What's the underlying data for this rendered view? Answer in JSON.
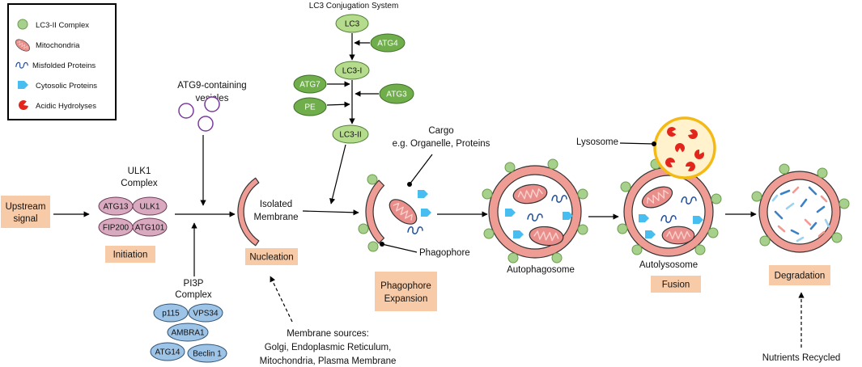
{
  "legend": {
    "items": [
      {
        "label": "LC3-II Complex",
        "icon": "green-circle"
      },
      {
        "label": "Mitochondria",
        "icon": "mitochondrion"
      },
      {
        "label": "Misfolded Proteins",
        "icon": "blue-squiggle"
      },
      {
        "label": "Cytosolic Proteins",
        "icon": "blue-pentagon"
      },
      {
        "label": "Acidic Hydrolyses",
        "icon": "red-pacman"
      }
    ]
  },
  "lc3_conjugation": {
    "title": "LC3 Conjugation System",
    "lc3": "LC3",
    "atg4": "ATG4",
    "lc3_i": "LC3-I",
    "atg7": "ATG7",
    "pe": "PE",
    "atg3": "ATG3",
    "lc3_ii": "LC3-II"
  },
  "atg9_vesicles": {
    "line1": "ATG9-containing",
    "line2": "vesicles"
  },
  "upstream_signal": {
    "line1": "Upstream",
    "line2": "signal"
  },
  "ulk1_complex": {
    "title": [
      "ULK1",
      "Complex"
    ],
    "members": [
      "ATG13",
      "ULK1",
      "FIP200",
      "ATG101"
    ],
    "stage": "Initiation"
  },
  "pi3p_complex": {
    "title": [
      "PI3P",
      "Complex"
    ],
    "members": [
      "p115",
      "VPS34",
      "AMBRA1",
      "ATG14",
      "Beclin 1"
    ]
  },
  "isolated_membrane": {
    "label": [
      "Isolated",
      "Membrane"
    ],
    "stage": "Nucleation"
  },
  "membrane_sources": [
    "Membrane sources:",
    "Golgi, Endoplasmic Reticulum,",
    "Mitochondria, Plasma Membrane"
  ],
  "phagophore": {
    "cargo": [
      "Cargo",
      "e.g. Organelle, Proteins"
    ],
    "label": "Phagophore",
    "stage": [
      "Phagophore",
      "Expansion"
    ]
  },
  "autophagosome": {
    "label": "Autophagosome"
  },
  "lysosome": {
    "label": "Lysosome"
  },
  "autolysosome": {
    "label": "Autolysosome",
    "stage": "Fusion"
  },
  "degradation": {
    "stage": "Degradation",
    "output": "Nutrients Recycled"
  },
  "colors": {
    "stage_box": "#f8cba8",
    "lc3_light": "#b5db8c",
    "lc3_dark": "#6fae4b",
    "lc3_ii_complex": "#a8d08d",
    "ulk1_complex": "#d9a9c0",
    "pi3p_complex": "#9dc3e6",
    "membrane": "#ef9c94",
    "mitochondria": "#e98e8a",
    "cytosolic_protein": "#48bdef",
    "misfolded_protein": "#1f4e9e",
    "acidic_hydrolase": "#e3251c",
    "lysosome_fill": "#fff2cc",
    "lysosome_border": "#f5b914",
    "vesicle_border": "#7a3c9e",
    "fragment_blue": "#3b82c4",
    "fragment_pink": "#f19a92",
    "fragment_light": "#9cd1f0"
  }
}
